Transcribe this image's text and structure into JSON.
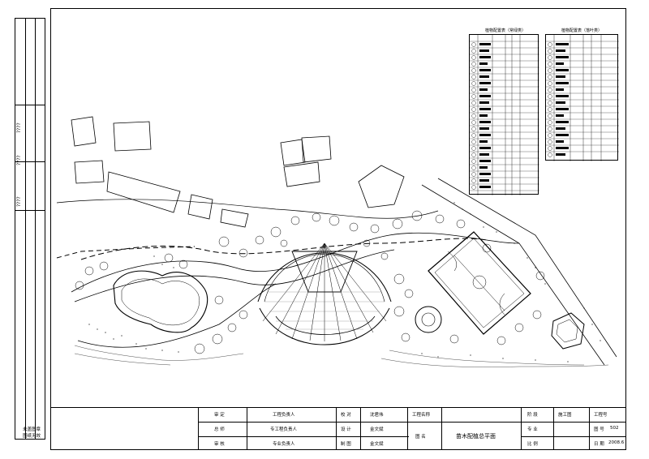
{
  "binding_strip": {
    "labels": [
      "????",
      "????",
      "????"
    ]
  },
  "corner_note": {
    "line1": "未盖图章",
    "line2": "图纸无效"
  },
  "legend_left": {
    "title": "植物配置表（常绿类）"
  },
  "legend_right": {
    "title": "植物配置表（落叶类）"
  },
  "title_block": {
    "approve": "审 定",
    "check_total": "总 师",
    "review": "审 核",
    "eng_manager": "工程负责人",
    "specialty_tech": "专工程负责人",
    "specialty_manager": "专业负责人",
    "verify": "校 对",
    "verify_name": "沈君伟",
    "design": "设 计",
    "design_name": "金文斌",
    "draw": "制 图",
    "draw_name": "金文斌",
    "project_name_label": "工程名称",
    "drawing_name_label": "图 名",
    "drawing_title": "苗木配植总平面",
    "stage_label": "阶 段",
    "stage_value": "施工图",
    "drawing_no_label": "工程号",
    "discipline_label": "专 业",
    "sheet_no_label": "图 号",
    "sheet_no_value": "502",
    "scale_label": "比 例",
    "date_label": "日 期",
    "date_value": "2008.6"
  },
  "colors": {
    "line": "#000000",
    "paper": "#ffffff"
  }
}
